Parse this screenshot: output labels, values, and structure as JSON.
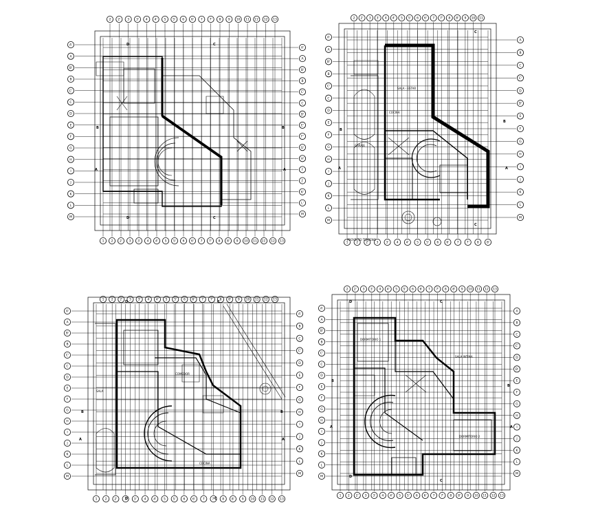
{
  "colors": {
    "ink": "#000000",
    "paper": "#ffffff"
  },
  "plans": [
    {
      "id": "plan-1",
      "top_labels": [
        "2",
        "2'",
        "3",
        "3'",
        "4",
        "4'",
        "5",
        "5'",
        "6",
        "6'",
        "7",
        "7'",
        "8",
        "9",
        "10",
        "11",
        "11'",
        "12",
        "13"
      ],
      "bottom_labels": [
        "1",
        "2",
        "2'",
        "3",
        "3'",
        "4",
        "4'",
        "5",
        "5'",
        "6",
        "6'",
        "7",
        "7'",
        "8",
        "8'",
        "9",
        "10",
        "11",
        "11'",
        "12",
        "13"
      ],
      "left_labels": [
        "A'",
        "A",
        "B'",
        "B",
        "C'",
        "C",
        "D",
        "E",
        "F",
        "G",
        "H",
        "I",
        "J",
        "K",
        "L",
        "M"
      ],
      "right_labels": [
        "A'",
        "A",
        "B'",
        "B",
        "C'",
        "C",
        "D'",
        "E'",
        "F'",
        "G'",
        "H'",
        "I'",
        "J'",
        "K'",
        "L'",
        "M"
      ],
      "section_marks": [
        "A",
        "A",
        "B",
        "B",
        "C",
        "C",
        "D",
        "D"
      ]
    },
    {
      "id": "plan-2",
      "top_labels": [
        "2",
        "2'",
        "3",
        "3'",
        "4",
        "4'",
        "5",
        "5'",
        "6",
        "6'",
        "7",
        "7'",
        "8",
        "8'",
        "9",
        "10",
        "11"
      ],
      "bottom_labels": [
        "1",
        "2",
        "2'",
        "3",
        "3'",
        "4",
        "4'",
        "5",
        "5'",
        "6",
        "6'",
        "7",
        "7'",
        "8",
        "8'"
      ],
      "left_labels": [
        "A'",
        "A",
        "B'",
        "B",
        "C'",
        "C",
        "D",
        "E",
        "F",
        "G",
        "H",
        "I",
        "J",
        "K",
        "L",
        "M"
      ],
      "right_labels": [
        "A",
        "B",
        "C",
        "C'",
        "D",
        "D'",
        "E",
        "F",
        "G",
        "H",
        "I",
        "J",
        "K",
        "L",
        "M"
      ],
      "section_marks": [
        "A",
        "A",
        "B",
        "B",
        "C",
        "C"
      ],
      "room_labels": [
        "SALA - ESTAR",
        "COCINA",
        "GARAJE"
      ],
      "tag": "PROYECTO TERRENO"
    },
    {
      "id": "plan-3",
      "top_labels": [
        "1",
        "2",
        "2'",
        "3",
        "3'",
        "4",
        "4'",
        "5",
        "5'",
        "6",
        "6'",
        "7",
        "7'",
        "8",
        "8'",
        "9",
        "10",
        "11",
        "12",
        "13"
      ],
      "bottom_labels": [
        "1",
        "2",
        "2'",
        "3",
        "3'",
        "4",
        "4'",
        "5",
        "5'",
        "6",
        "6'",
        "7",
        "7'",
        "8",
        "8'",
        "9",
        "10",
        "11",
        "12",
        "13"
      ],
      "left_labels": [
        "A'",
        "A",
        "B'",
        "B",
        "C'",
        "C",
        "D",
        "E",
        "F",
        "G",
        "H",
        "I",
        "J",
        "K",
        "L",
        "M"
      ],
      "right_labels": [
        "A'",
        "B",
        "C",
        "C'",
        "D",
        "E",
        "F",
        "G",
        "H",
        "I",
        "J",
        "K",
        "L",
        "M"
      ],
      "section_marks": [
        "A",
        "A",
        "B",
        "B",
        "C",
        "C",
        "D",
        "D"
      ],
      "room_labels": [
        "SALA",
        "COMEDOR",
        "COCINA"
      ]
    },
    {
      "id": "plan-4",
      "top_labels": [
        "2",
        "2'",
        "3",
        "3'",
        "4",
        "4'",
        "5",
        "5'",
        "6",
        "6'",
        "7",
        "7'",
        "8",
        "8'",
        "9",
        "10",
        "11",
        "12",
        "13"
      ],
      "bottom_labels": [
        "1",
        "2",
        "2'",
        "3",
        "3'",
        "4",
        "4'",
        "5",
        "5'",
        "6",
        "6'",
        "7",
        "7'",
        "8",
        "8'",
        "9",
        "10",
        "11",
        "12",
        "13"
      ],
      "left_labels": [
        "A'",
        "A",
        "B'",
        "B",
        "C'",
        "C",
        "D",
        "E",
        "F",
        "G",
        "H",
        "I",
        "J",
        "K",
        "L",
        "M"
      ],
      "right_labels": [
        "A",
        "B",
        "C",
        "C'",
        "D",
        "D'",
        "E",
        "F",
        "G",
        "H",
        "I",
        "J",
        "K",
        "L",
        "M"
      ],
      "section_marks": [
        "A",
        "A",
        "B",
        "B",
        "C",
        "C",
        "D",
        "D"
      ],
      "room_labels": [
        "DORMITORIO 1",
        "SALA INTIMA",
        "DORMITORIO 2"
      ]
    }
  ]
}
